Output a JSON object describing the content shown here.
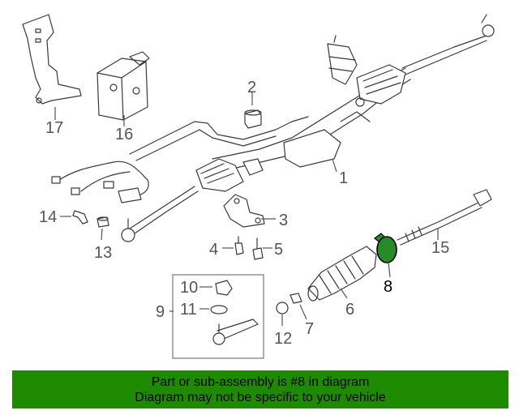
{
  "diagram": {
    "highlight_color": "#2a8a2a",
    "callouts": [
      {
        "id": "c1",
        "label": "1"
      },
      {
        "id": "c2",
        "label": "2"
      },
      {
        "id": "c3",
        "label": "3"
      },
      {
        "id": "c4",
        "label": "4"
      },
      {
        "id": "c5",
        "label": "5"
      },
      {
        "id": "c6",
        "label": "6"
      },
      {
        "id": "c7",
        "label": "7"
      },
      {
        "id": "c8",
        "label": "8",
        "highlighted": true
      },
      {
        "id": "c9",
        "label": "9"
      },
      {
        "id": "c10",
        "label": "10"
      },
      {
        "id": "c11",
        "label": "11"
      },
      {
        "id": "c12",
        "label": "12"
      },
      {
        "id": "c13",
        "label": "13"
      },
      {
        "id": "c14",
        "label": "14"
      },
      {
        "id": "c15",
        "label": "15"
      },
      {
        "id": "c16",
        "label": "16"
      },
      {
        "id": "c17",
        "label": "17"
      }
    ]
  },
  "footer": {
    "background": "#1e8a00",
    "line1": "Part or sub-assembly is #8 in diagram",
    "line2": "Diagram may not be specific to your vehicle"
  }
}
